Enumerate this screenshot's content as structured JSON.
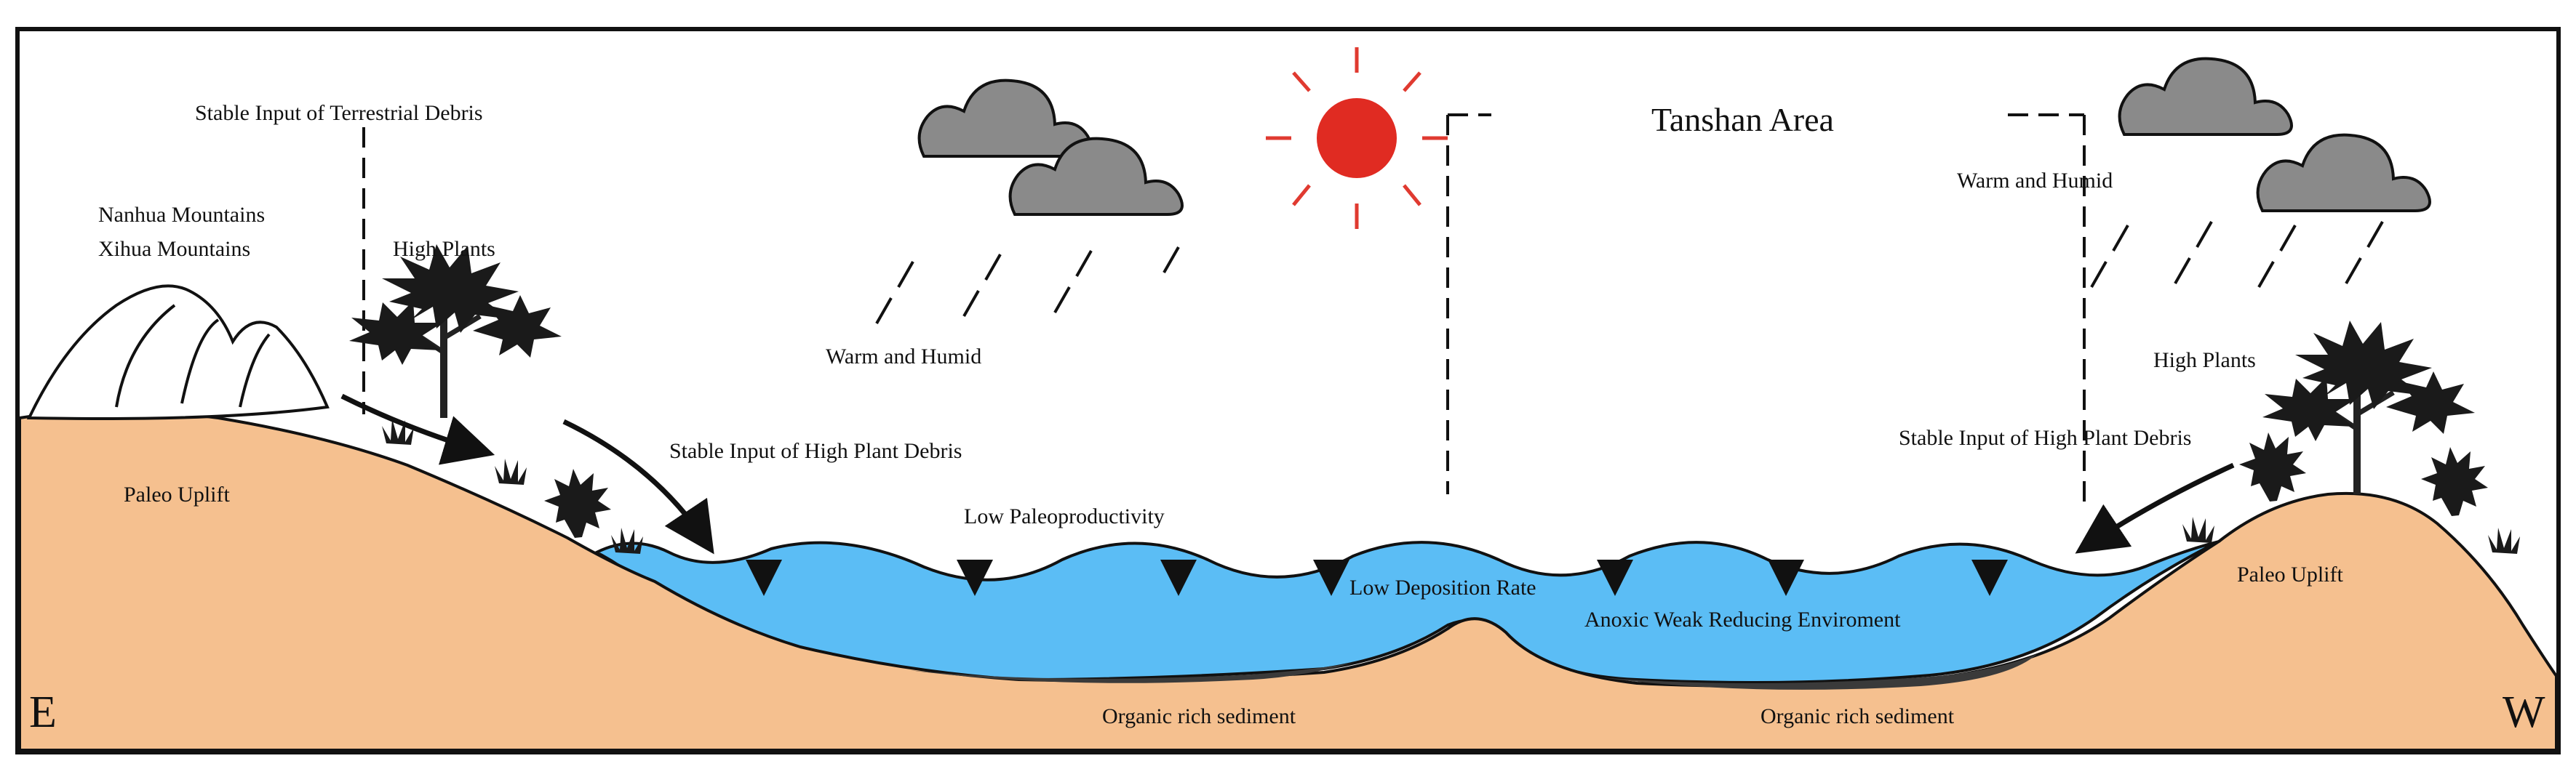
{
  "title": "Tanshan Area",
  "labels": {
    "terrestrial_input": "Stable Input of Terrestrial Debris",
    "mountains_line1": "Nanhua Mountains",
    "mountains_line2": "Xihua Mountains",
    "high_plants_left": "High Plants",
    "high_plants_right": "High Plants",
    "warm_humid_left": "Warm and Humid",
    "warm_humid_right": "Warm and Humid",
    "plant_debris_left": "Stable Input of High Plant Debris",
    "plant_debris_right": "Stable Input of High Plant Debris",
    "paleo_uplift_left": "Paleo Uplift",
    "paleo_uplift_right": "Paleo Uplift",
    "low_paleoproductivity": "Low Paleoproductivity",
    "low_deposition": "Low Deposition Rate",
    "anoxic": "Anoxic Weak Reducing Enviroment",
    "organic_left": "Organic rich sediment",
    "organic_right": "Organic rich sediment",
    "east": "E",
    "west": "W"
  },
  "colors": {
    "land": "#f5c08f",
    "water": "#5bbdf5",
    "sun": "#e02b22",
    "sun_rays": "#e03a30",
    "cloud": "#8a8a8a",
    "sediment": "#3a3a3a",
    "outline": "#111111"
  },
  "icons": {
    "sun": "sun-icon",
    "cloud": "cloud-icon",
    "tree": "tree-icon",
    "shrub": "shrub-icon",
    "mountain": "mountain-icon",
    "arrow": "arrow-icon"
  }
}
